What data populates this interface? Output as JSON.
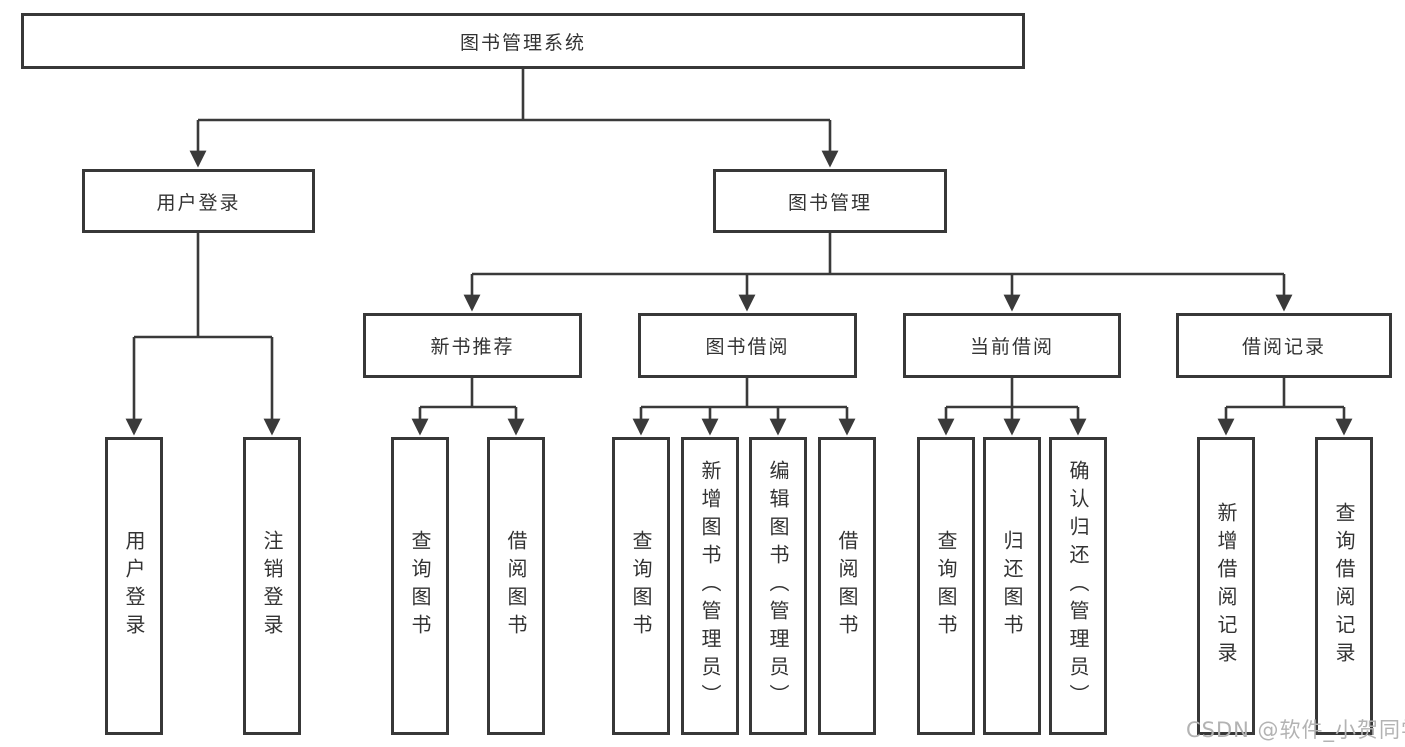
{
  "diagram": {
    "type": "hierarchy-tree",
    "root": {
      "label": "图书管理系统",
      "children": [
        {
          "label": "用户登录",
          "children": [
            {
              "label": "用户登录"
            },
            {
              "label": "注销登录"
            }
          ]
        },
        {
          "label": "图书管理",
          "children": [
            {
              "label": "新书推荐",
              "children": [
                {
                  "label": "查询图书"
                },
                {
                  "label": "借阅图书"
                }
              ]
            },
            {
              "label": "图书借阅",
              "children": [
                {
                  "label": "查询图书"
                },
                {
                  "label": "新增图书（管理员）"
                },
                {
                  "label": "编辑图书（管理员）"
                },
                {
                  "label": "借阅图书"
                }
              ]
            },
            {
              "label": "当前借阅",
              "children": [
                {
                  "label": "查询图书"
                },
                {
                  "label": "归还图书"
                },
                {
                  "label": "确认归还（管理员）"
                }
              ]
            },
            {
              "label": "借阅记录",
              "children": [
                {
                  "label": "新增借阅记录"
                },
                {
                  "label": "查询借阅记录"
                }
              ]
            }
          ]
        }
      ]
    }
  },
  "colors": {
    "line": "#3a3a3a",
    "text": "#333333",
    "background": "#ffffff",
    "watermark": "#b3b3b3"
  },
  "watermark": {
    "text": "CSDN @软件_小贺同学"
  }
}
